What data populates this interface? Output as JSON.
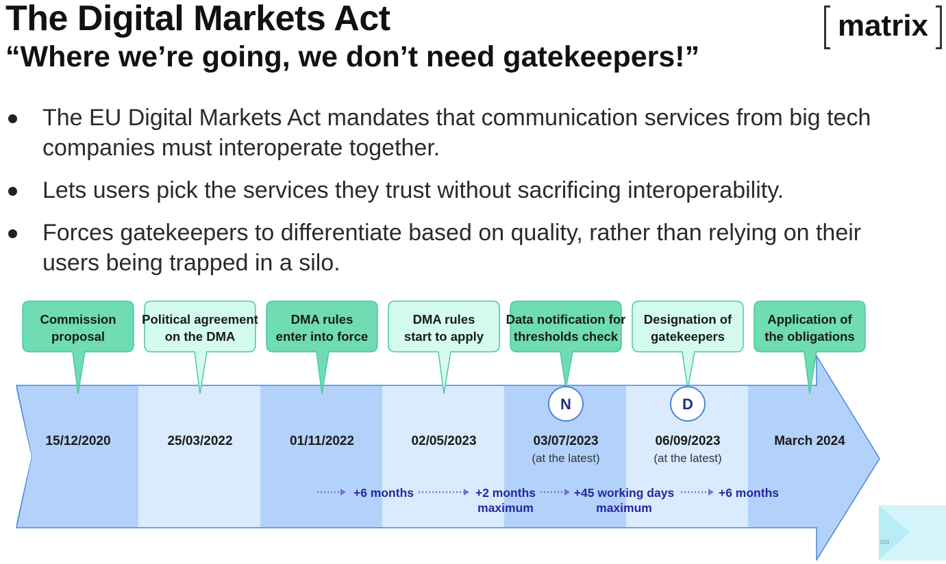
{
  "slide": {
    "title": "The Digital Markets Act",
    "subtitle": "“Where we’re going, we don’t need gatekeepers!”",
    "logo": "matrix",
    "bullets": [
      "The EU Digital Markets Act mandates that communication services from big tech companies must interoperate together.",
      "Lets users pick the services they trust without sacrificing interoperability.",
      "Forces gatekeepers to differentiate based on quality, rather than relying on their users being trapped in a silo."
    ]
  },
  "timeline": {
    "events": [
      {
        "label": [
          "Commission",
          "proposal"
        ],
        "date": "15/12/2020",
        "note": "",
        "style": "dark",
        "marker": ""
      },
      {
        "label": [
          "Political agreement",
          "on the DMA"
        ],
        "date": "25/03/2022",
        "note": "",
        "style": "light",
        "marker": ""
      },
      {
        "label": [
          "DMA rules",
          "enter into force"
        ],
        "date": "01/11/2022",
        "note": "",
        "style": "dark",
        "marker": ""
      },
      {
        "label": [
          "DMA rules",
          "start to apply"
        ],
        "date": "02/05/2023",
        "note": "",
        "style": "light",
        "marker": ""
      },
      {
        "label": [
          "Data notification for",
          "thresholds check"
        ],
        "date": "03/07/2023",
        "note": "(at the latest)",
        "style": "dark",
        "marker": "N"
      },
      {
        "label": [
          "Designation of",
          "gatekeepers"
        ],
        "date": "06/09/2023",
        "note": "(at the latest)",
        "style": "light",
        "marker": "D"
      },
      {
        "label": [
          "Application of",
          "the obligations"
        ],
        "date": "March 2024",
        "note": "",
        "style": "dark",
        "marker": ""
      }
    ],
    "intervals": [
      {
        "text": "+6 months",
        "sub": ""
      },
      {
        "text": "+2 months",
        "sub": "maximum"
      },
      {
        "text": "+45 working days",
        "sub": "maximum"
      },
      {
        "text": "+6 months",
        "sub": ""
      }
    ]
  },
  "thumbnail": {
    "label": "024"
  },
  "colors": {
    "callout_dark": "#6fdcb3",
    "callout_light": "#d4fbef",
    "callout_stroke": "#4cc79b",
    "band_dark": "#b3d2fb",
    "band_light": "#d9ebfd",
    "arrow_stroke": "#4a86d8",
    "marker_text": "#1e2f85",
    "interval_text": "#2626a0"
  }
}
